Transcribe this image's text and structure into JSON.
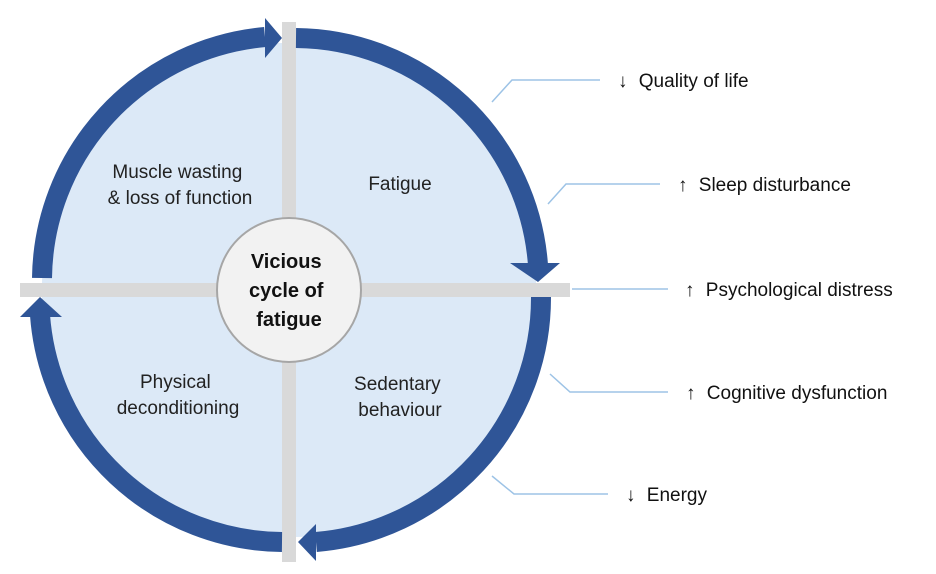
{
  "center": {
    "lines": [
      "Vicious",
      "cycle of",
      "fatigue"
    ]
  },
  "quadrants": {
    "top_left": {
      "lines": [
        "Muscle wasting",
        "& loss of function"
      ]
    },
    "top_right": {
      "lines": [
        "Fatigue"
      ]
    },
    "bottom_right": {
      "lines": [
        "Sedentary",
        "behaviour"
      ]
    },
    "bottom_left": {
      "lines": [
        "Physical",
        "deconditioning"
      ]
    }
  },
  "effects": [
    {
      "arrow": "↓",
      "text": "Quality of life"
    },
    {
      "arrow": "↑",
      "text": "Sleep disturbance"
    },
    {
      "arrow": "↑",
      "text": "Psychological distress"
    },
    {
      "arrow": "↑",
      "text": "Cognitive dysfunction"
    },
    {
      "arrow": "↓",
      "text": "Energy"
    }
  ],
  "colors": {
    "arrow": "#2f5597",
    "quadrant_fill": "#dce9f7",
    "center_fill": "#f2f2f2",
    "center_stroke": "#a6a6a6",
    "connector": "#9dc3e6",
    "divider": "#d9d9d9"
  }
}
